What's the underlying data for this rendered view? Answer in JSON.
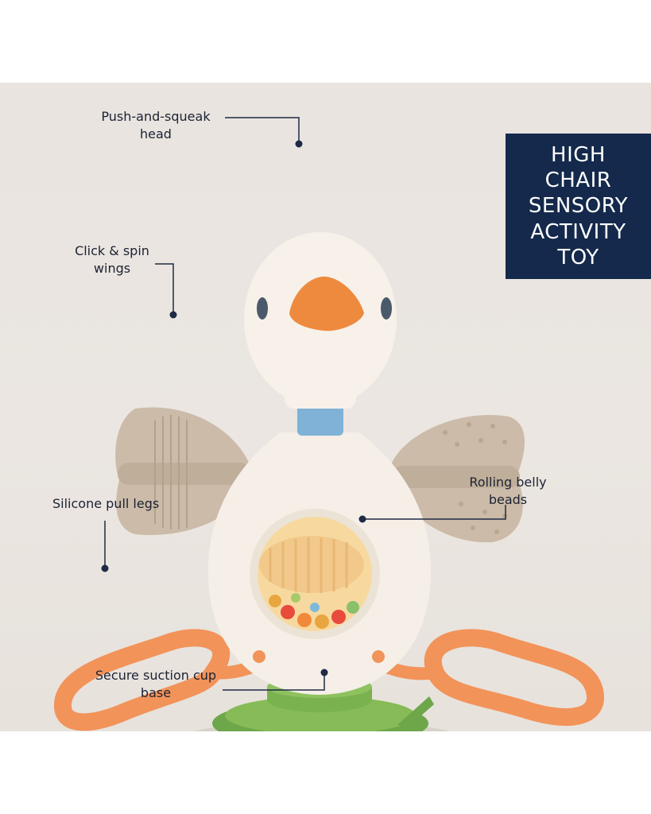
{
  "badge": {
    "text": "HIGH\nCHAIR\nSENSORY\nACTIVITY\nTOY"
  },
  "callouts": {
    "head": "Push-and-squeak\nhead",
    "wings": "Click & spin\nwings",
    "legs": "Silicone pull legs",
    "beads": "Rolling belly\nbeads",
    "base": "Secure suction cup\nbase"
  },
  "colors": {
    "badge": "#14294b",
    "body": "#f5efe7",
    "beak": "#ee8a3e",
    "wings": "#c9b9a6",
    "neck": "#7fb2d6",
    "legs": "#f2935a",
    "base": "#74ad4a"
  }
}
